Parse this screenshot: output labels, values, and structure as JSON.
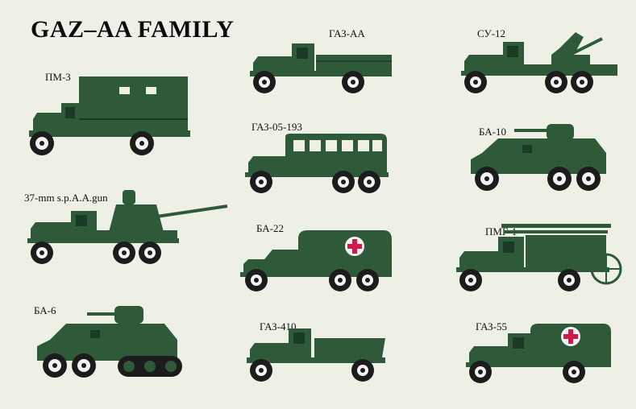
{
  "title": "GAZ–AA FAMILY",
  "colors": {
    "vehicle": "#2e5a3a",
    "vehicle_dark": "#1b3a25",
    "tire": "#1c1c1c",
    "rim": "#f2f2f2",
    "cross": "#d21a4a"
  },
  "vehicles": [
    {
      "label": "ПМ-3",
      "icon": "van-truck-icon"
    },
    {
      "label": "ГАЗ-АА",
      "icon": "cargo-truck-icon"
    },
    {
      "label": "СУ-12",
      "icon": "sp-gun-truck-icon"
    },
    {
      "label": "ГАЗ-05-193",
      "icon": "bus-icon"
    },
    {
      "label": "БА-10",
      "icon": "armored-car-icon"
    },
    {
      "label": "37-mm s.p.A.A.gun",
      "icon": "aa-gun-truck-icon"
    },
    {
      "label": "БА-22",
      "icon": "ambulance-icon"
    },
    {
      "label": "ПМГ-1",
      "icon": "fire-truck-icon"
    },
    {
      "label": "БА-6",
      "icon": "half-track-armored-car-icon"
    },
    {
      "label": "ГАЗ-410",
      "icon": "dump-truck-icon"
    },
    {
      "label": "ГАЗ-55",
      "icon": "ambulance-truck-icon"
    }
  ]
}
